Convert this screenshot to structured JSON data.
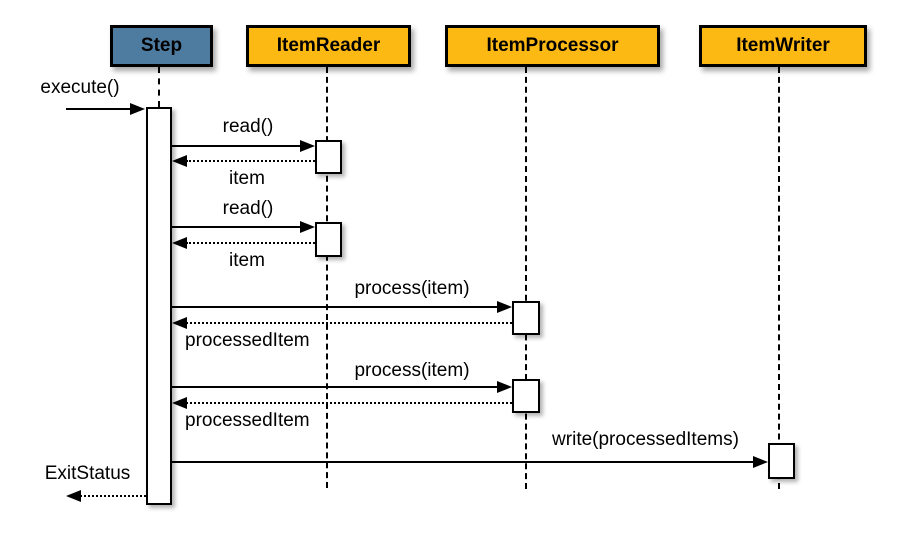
{
  "diagram": {
    "type": "uml-sequence",
    "title": "Step / ItemReader / ItemProcessor / ItemWriter sequence",
    "colors": {
      "step_fill": "#4E7CA1",
      "item_fill": "#FCB813",
      "line": "#000000",
      "activation_fill": "#FFFFFF",
      "background": "#FFFFFF"
    },
    "participants": [
      {
        "name": "Step",
        "color": "#4E7CA1"
      },
      {
        "name": "ItemReader",
        "color": "#FCB813"
      },
      {
        "name": "ItemProcessor",
        "color": "#FCB813"
      },
      {
        "name": "ItemWriter",
        "color": "#FCB813"
      }
    ],
    "messages": [
      {
        "label": "execute()",
        "from": "caller",
        "to": "Step",
        "kind": "call"
      },
      {
        "label": "read()",
        "from": "Step",
        "to": "ItemReader",
        "kind": "call"
      },
      {
        "label": "item",
        "from": "ItemReader",
        "to": "Step",
        "kind": "return"
      },
      {
        "label": "read()",
        "from": "Step",
        "to": "ItemReader",
        "kind": "call"
      },
      {
        "label": "item",
        "from": "ItemReader",
        "to": "Step",
        "kind": "return"
      },
      {
        "label": "process(item)",
        "from": "Step",
        "to": "ItemProcessor",
        "kind": "call"
      },
      {
        "label": "processedItem",
        "from": "ItemProcessor",
        "to": "Step",
        "kind": "return"
      },
      {
        "label": "process(item)",
        "from": "Step",
        "to": "ItemProcessor",
        "kind": "call"
      },
      {
        "label": "processedItem",
        "from": "ItemProcessor",
        "to": "Step",
        "kind": "return"
      },
      {
        "label": "write(processedItems)",
        "from": "Step",
        "to": "ItemWriter",
        "kind": "call"
      },
      {
        "label": "ExitStatus",
        "from": "Step",
        "to": "caller",
        "kind": "return"
      }
    ]
  }
}
